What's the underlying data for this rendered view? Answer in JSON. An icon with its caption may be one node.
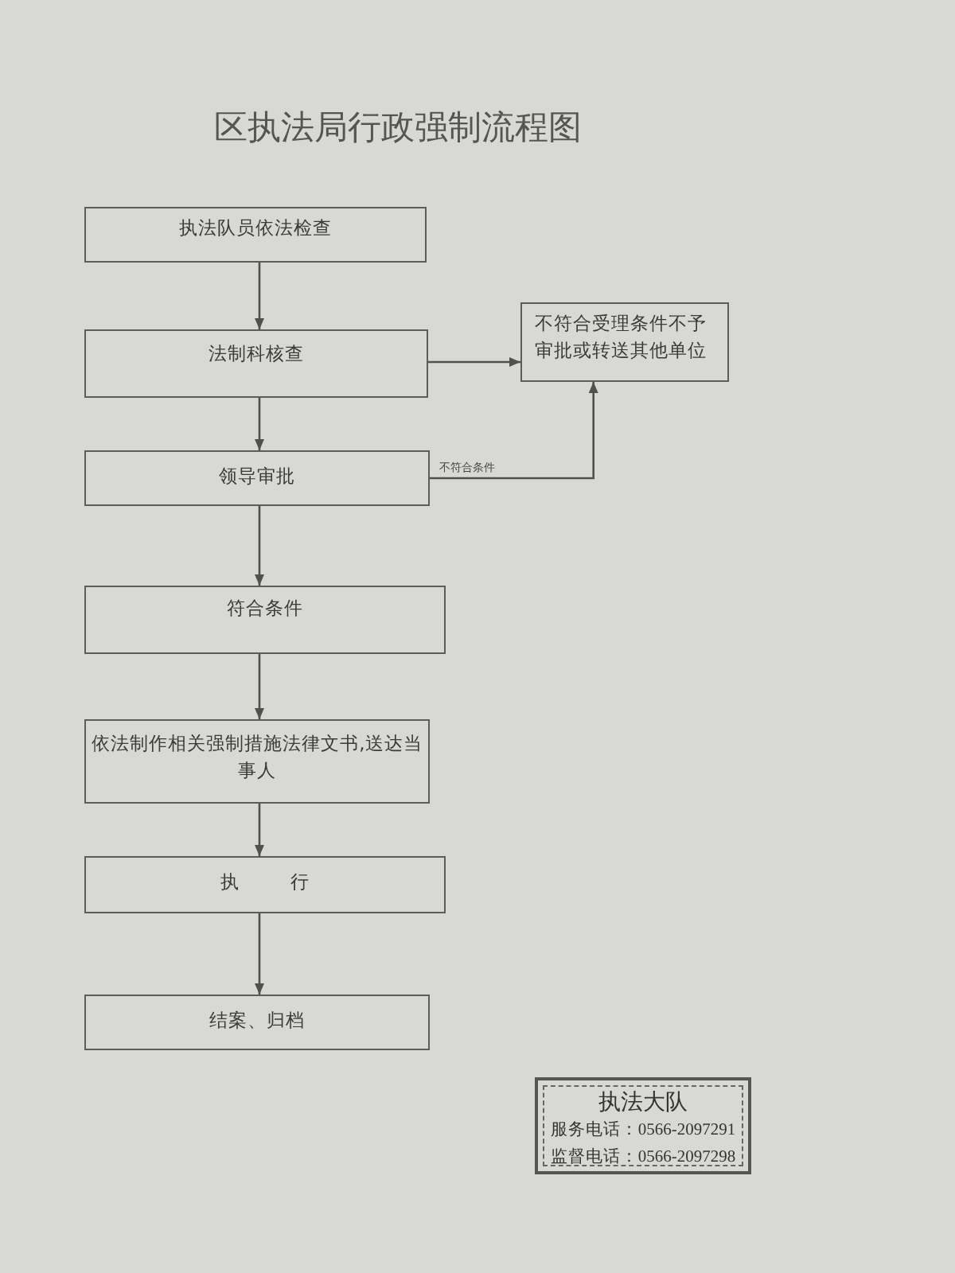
{
  "diagram": {
    "title": "区执法局行政强制流程图",
    "nodes": [
      {
        "text": [
          "执法队员依法检查"
        ]
      },
      {
        "text": [
          "法制科核查"
        ]
      },
      {
        "text": [
          "领导审批"
        ]
      },
      {
        "text": [
          "不符合受理条件不予审批或转送其他单位"
        ]
      },
      {
        "text": [
          "符合条件"
        ]
      },
      {
        "text": [
          "依法制作相关强制措施法律文书,送达当事人"
        ]
      },
      {
        "text": [
          "执 行"
        ]
      },
      {
        "text": [
          "结案、归档"
        ]
      },
      {
        "text": [
          "执法大队",
          "服务电话：0566-2097291",
          "监督电话：0566-2097298"
        ]
      }
    ],
    "edges": [
      {
        "from": 0,
        "to": 1,
        "arrow": "to"
      },
      {
        "from": 1,
        "to": 2,
        "arrow": "to"
      },
      {
        "from": 1,
        "to": 3,
        "arrow": "to"
      },
      {
        "from": 2,
        "to": 3,
        "arrow": "to",
        "label": "不符合条件"
      },
      {
        "from": 2,
        "to": 4,
        "arrow": "to"
      },
      {
        "from": 4,
        "to": 5,
        "arrow": "to"
      },
      {
        "from": 5,
        "to": 6,
        "arrow": "to"
      },
      {
        "from": 6,
        "to": 7,
        "arrow": "to"
      }
    ]
  }
}
